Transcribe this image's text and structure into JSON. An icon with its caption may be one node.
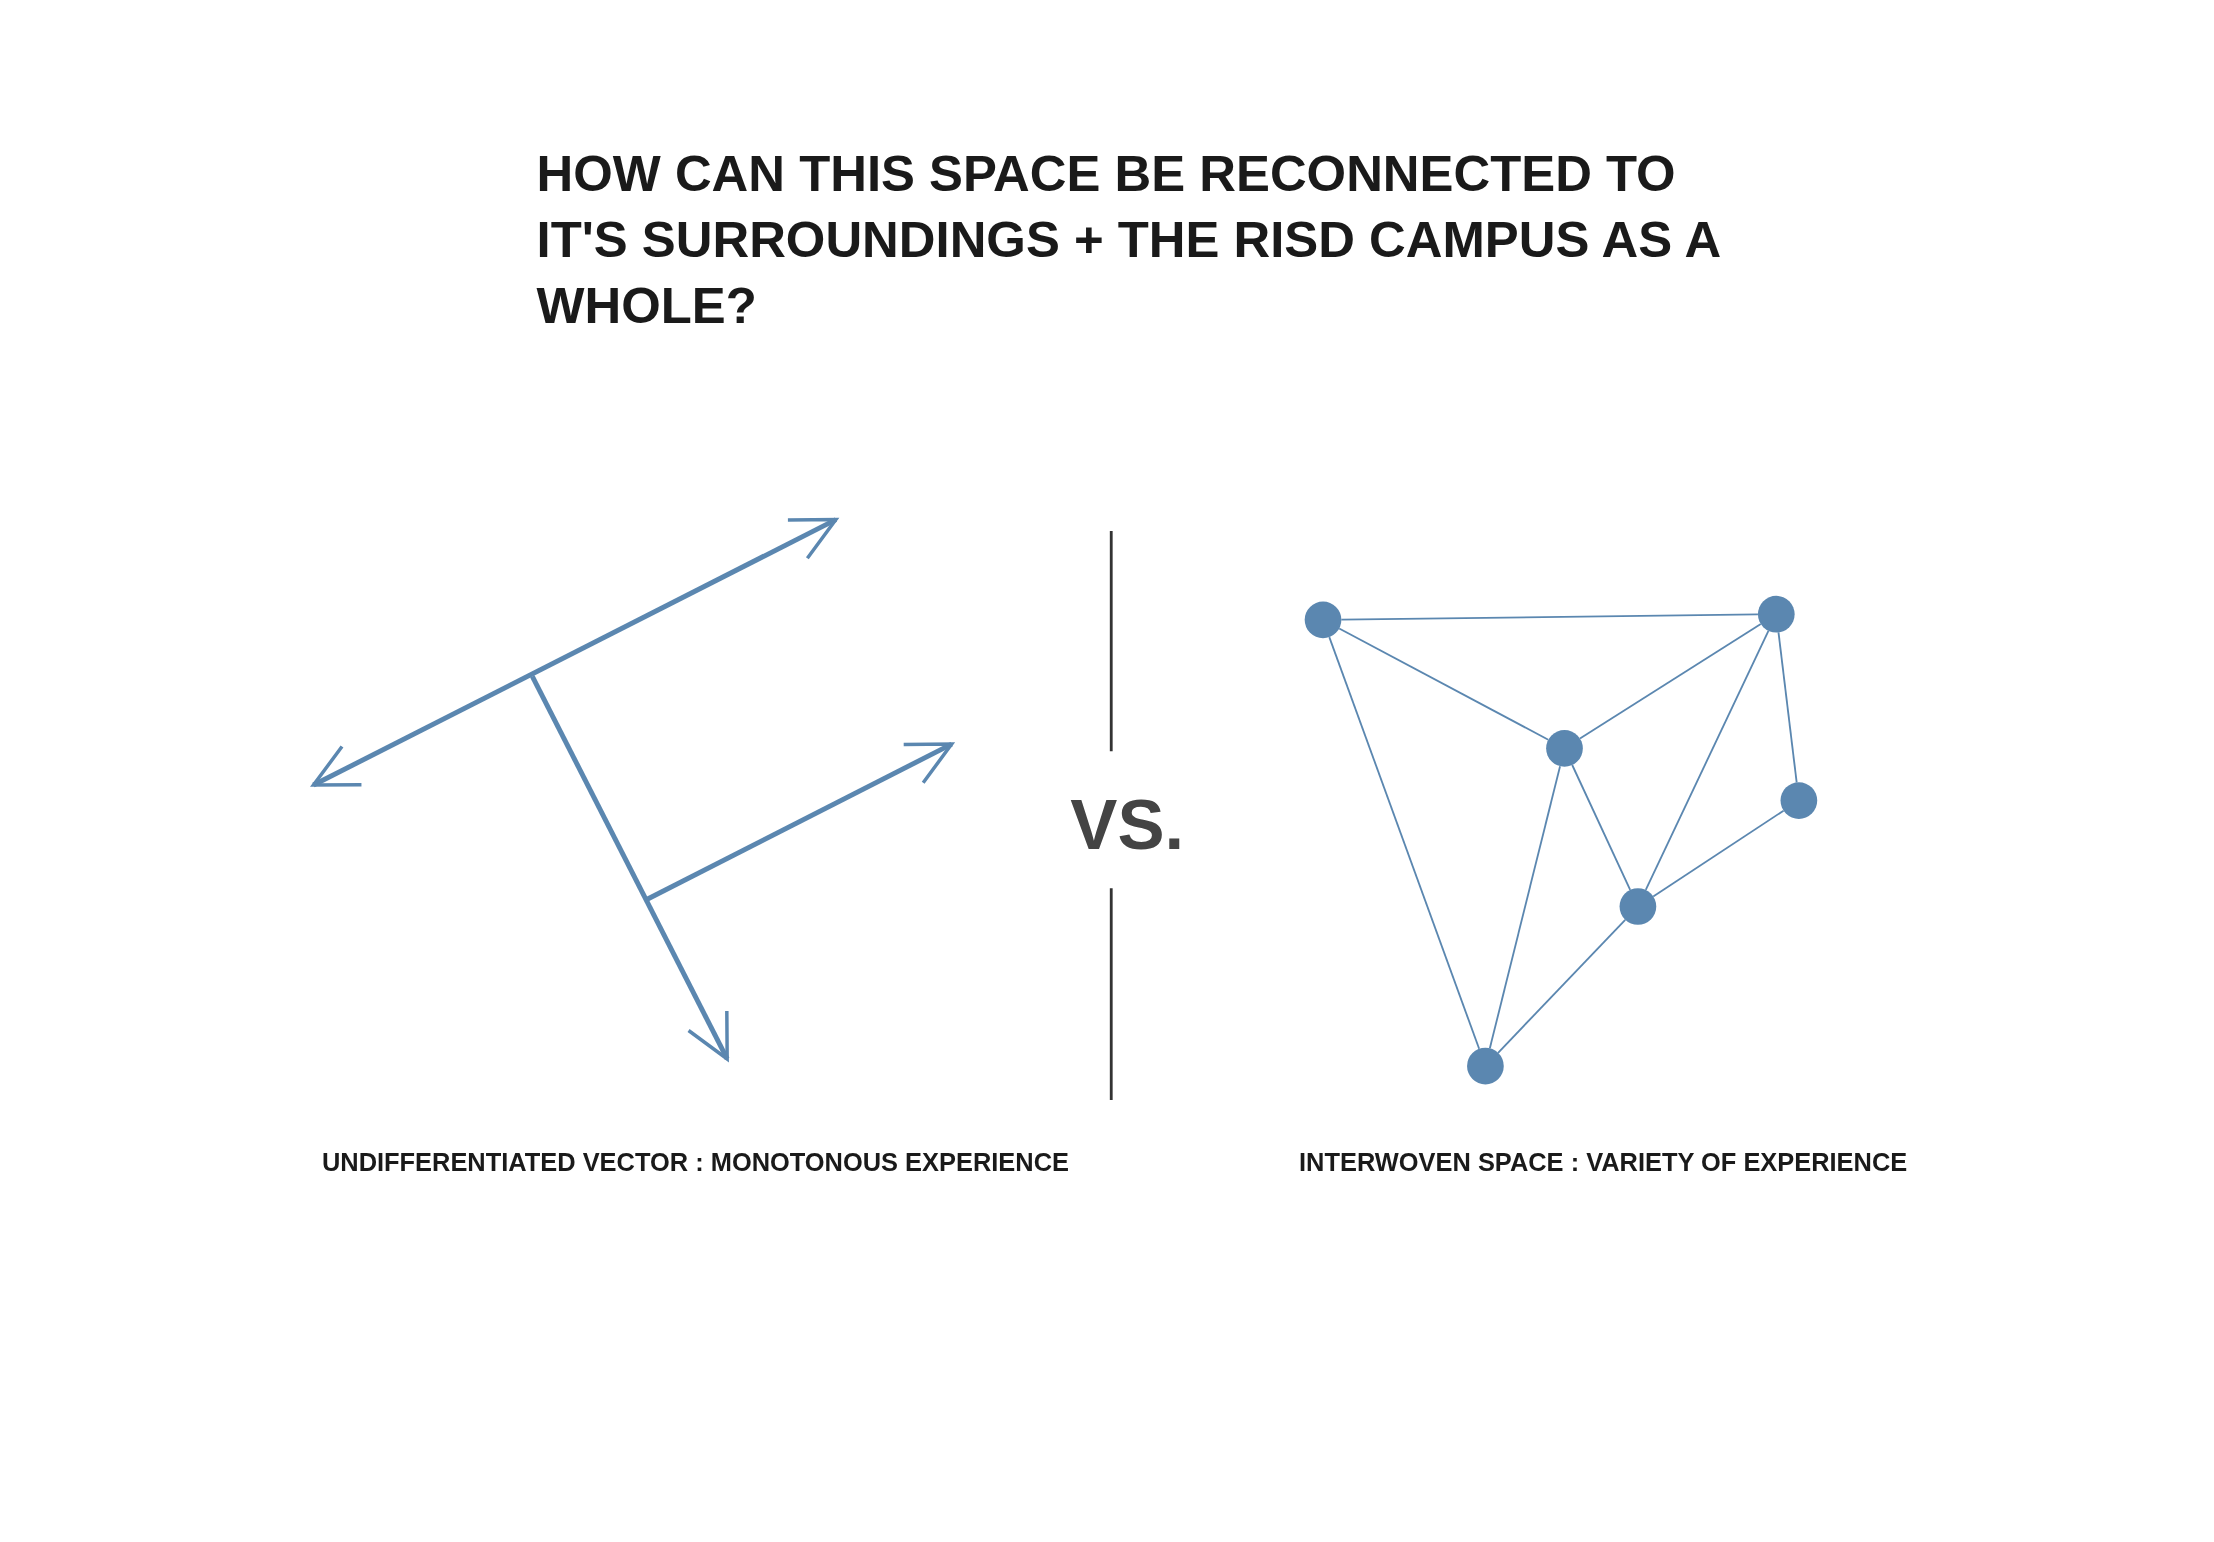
{
  "diagram": {
    "title": "HOW CAN THIS SPACE BE RECONNECTED TO IT'S SURROUNDINGS + THE RISD CAMPUS AS A WHOLE?",
    "nodes": [
      {
        "text": [],
        "shape": "circle"
      },
      {
        "text": [],
        "shape": "circle"
      },
      {
        "text": [],
        "shape": "circle"
      },
      {
        "text": [],
        "shape": "circle"
      },
      {
        "text": [],
        "shape": "circle"
      },
      {
        "text": [],
        "shape": "circle"
      }
    ],
    "edges": [
      {
        "from": 0,
        "to": 1,
        "arrow": "none"
      },
      {
        "from": 0,
        "to": 2,
        "arrow": "none"
      },
      {
        "from": 0,
        "to": 5,
        "arrow": "none"
      },
      {
        "from": 2,
        "to": 1,
        "arrow": "none"
      },
      {
        "from": 2,
        "to": 5,
        "arrow": "none"
      },
      {
        "from": 2,
        "to": 4,
        "arrow": "none"
      },
      {
        "from": 1,
        "to": 4,
        "arrow": "none"
      },
      {
        "from": 1,
        "to": 3,
        "arrow": "none"
      },
      {
        "from": 3,
        "to": 4,
        "arrow": "none"
      },
      {
        "from": 4,
        "to": 5,
        "arrow": "none"
      }
    ],
    "labels": [
      "VS.",
      "UNDIFFERENTIATED VECTOR : MONOTONOUS EXPERIENCE",
      "INTERWOVEN SPACE : VARIETY OF EXPERIENCE"
    ]
  }
}
